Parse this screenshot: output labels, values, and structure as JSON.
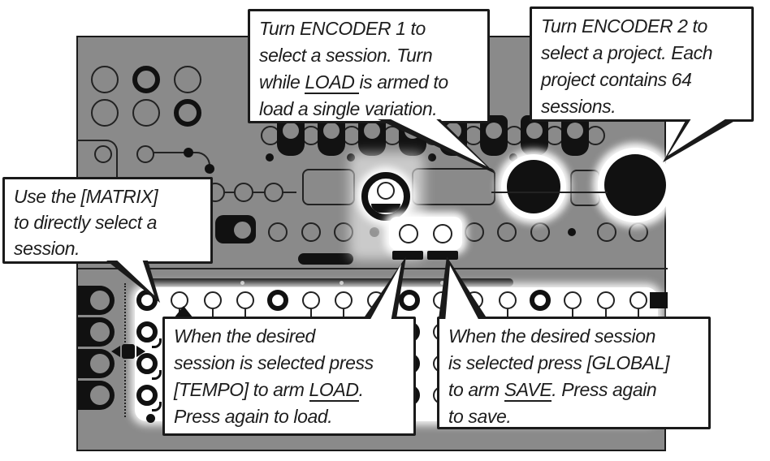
{
  "figure": {
    "type": "hardware-manual-callout-diagram",
    "colors": {
      "panel_gray": "#8a8a8a",
      "ink": "#1a1a1a",
      "highlight": "#ffffff"
    }
  },
  "callouts": {
    "encoder1": {
      "lines": [
        [
          {
            "t": "Turn ENCODER 1 to"
          }
        ],
        [
          {
            "t": "select a session. Turn"
          }
        ],
        [
          {
            "t": "while "
          },
          {
            "t": "LOAD ",
            "u": true
          },
          {
            "t": "is armed to"
          }
        ],
        [
          {
            "t": "load a single variation."
          }
        ]
      ]
    },
    "encoder2": {
      "lines": [
        [
          {
            "t": "Turn ENCODER 2 to"
          }
        ],
        [
          {
            "t": "select a project. Each"
          }
        ],
        [
          {
            "t": "project contains 64"
          }
        ],
        [
          {
            "t": "sessions."
          }
        ]
      ]
    },
    "matrix": {
      "lines": [
        [
          {
            "t": "Use the [MATRIX]"
          }
        ],
        [
          {
            "t": "to directly select a"
          }
        ],
        [
          {
            "t": "session."
          }
        ]
      ]
    },
    "tempo": {
      "lines": [
        [
          {
            "t": "When the desired"
          }
        ],
        [
          {
            "t": "session is selected press"
          }
        ],
        [
          {
            "t": "[TEMPO] to arm "
          },
          {
            "t": "LOAD",
            "u": true
          },
          {
            "t": "."
          }
        ],
        [
          {
            "t": "Press again to load."
          }
        ]
      ]
    },
    "global": {
      "lines": [
        [
          {
            "t": "When the desired session"
          }
        ],
        [
          {
            "t": "is selected press [GLOBAL]"
          }
        ],
        [
          {
            "t": "to arm "
          },
          {
            "t": "SAVE",
            "u": true
          },
          {
            "t": ". Press again"
          }
        ],
        [
          {
            "t": "to save."
          }
        ]
      ]
    }
  }
}
